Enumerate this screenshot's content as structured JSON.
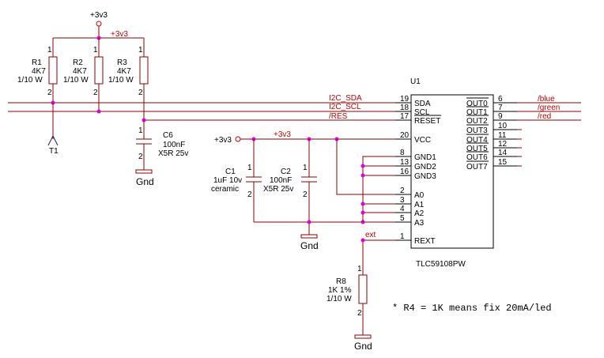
{
  "power": {
    "top_label": "+3v3",
    "top_rail": "+3v3",
    "mid_label": "+3v3",
    "mid_rail": "+3v3"
  },
  "resistors": [
    {
      "ref": "R1",
      "value": "4K7",
      "rating": "1/10 W",
      "pin_top": "1",
      "pin_bottom": "2"
    },
    {
      "ref": "R2",
      "value": "4K7",
      "rating": "1/10 W",
      "pin_top": "1",
      "pin_bottom": "2"
    },
    {
      "ref": "R3",
      "value": "4K7",
      "rating": "1/10 W",
      "pin_top": "1",
      "pin_bottom": "2"
    }
  ],
  "testpoint": {
    "ref": "T1"
  },
  "c6": {
    "ref": "C6",
    "value": "100nF",
    "rating": "X5R 25v",
    "pin_top": "1",
    "pin_bottom": "2"
  },
  "c1": {
    "ref": "C1",
    "value": "1uF 10v",
    "rating": "ceramic",
    "pin_top": "1",
    "pin_bottom": "2"
  },
  "c2": {
    "ref": "C2",
    "value": "100nF",
    "rating": "X5R 25v",
    "pin_top": "1",
    "pin_bottom": "2"
  },
  "r8": {
    "ref": "R8",
    "value": "1K 1%",
    "rating": "1/10 W",
    "pin_top": "1",
    "pin_bottom": "2"
  },
  "nets": {
    "sda": "I2C_SDA",
    "scl": "I2C_SCL",
    "res": "/RES",
    "ext": "ext"
  },
  "grounds": [
    "Gnd",
    "Gnd",
    "Gnd"
  ],
  "ic": {
    "ref": "U1",
    "part": "TLC59108PW",
    "left_pins": [
      {
        "name": "SDA",
        "num": "19"
      },
      {
        "name": "SCL",
        "num": "18"
      },
      {
        "name": "RESET",
        "num": "17"
      },
      {
        "name": "VCC",
        "num": "20"
      },
      {
        "name": "GND1",
        "num": "8"
      },
      {
        "name": "GND2",
        "num": "13"
      },
      {
        "name": "GND3",
        "num": "16"
      },
      {
        "name": "A0",
        "num": "2"
      },
      {
        "name": "A1",
        "num": "3"
      },
      {
        "name": "A2",
        "num": "4"
      },
      {
        "name": "A3",
        "num": "5"
      },
      {
        "name": "REXT",
        "num": "1"
      }
    ],
    "right_pins": [
      {
        "name": "OUT0",
        "num": "6",
        "net": "/blue"
      },
      {
        "name": "OUT1",
        "num": "7",
        "net": "/green"
      },
      {
        "name": "OUT2",
        "num": "9",
        "net": "/red"
      },
      {
        "name": "OUT3",
        "num": "10",
        "net": ""
      },
      {
        "name": "OUT4",
        "num": "11",
        "net": ""
      },
      {
        "name": "OUT5",
        "num": "12",
        "net": ""
      },
      {
        "name": "OUT6",
        "num": "14",
        "net": ""
      },
      {
        "name": "OUT7",
        "num": "15",
        "net": ""
      }
    ]
  },
  "note": "* R4 = 1K means fix 20mA/led"
}
